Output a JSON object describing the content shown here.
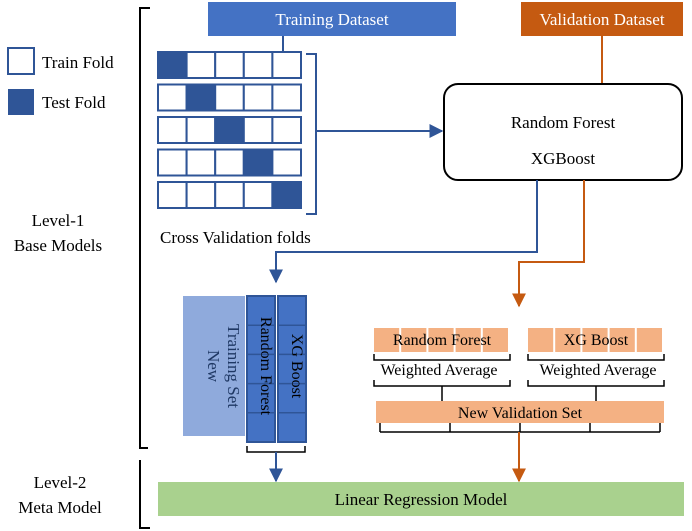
{
  "header": {
    "training_dataset": "Training Dataset",
    "validation_dataset": "Validation Dataset"
  },
  "legend": {
    "train_fold": "Train Fold",
    "test_fold": "Test Fold"
  },
  "cv": {
    "label": "Cross Validation folds",
    "rows": 5,
    "cols": 5,
    "test_positions": [
      0,
      1,
      2,
      3,
      4
    ]
  },
  "models_box": {
    "line1": "Random Forest",
    "line2": "XGBoost"
  },
  "level1": {
    "line1": "Level-1",
    "line2": "Base Models"
  },
  "level2": {
    "line1": "Level-2",
    "line2": "Meta Model"
  },
  "new_training": {
    "line1": "New",
    "line2": "Training Set",
    "col_rf": "Random Forest",
    "col_xgb": "XG Boost"
  },
  "validation_branch": {
    "rf_label": "Random Forest",
    "xgb_label": "XG Boost",
    "weighted_average": "Weighted Average",
    "new_validation_set": "New Validation Set"
  },
  "meta": {
    "label": "Linear Regression Model"
  },
  "colors": {
    "blue_dark": "#2f5597",
    "blue_header": "#4472c4",
    "blue_light": "#8faadc",
    "blue_col": "#4472c4",
    "orange_header": "#c55a11",
    "orange_light": "#f4b183",
    "green": "#a9d18e",
    "black": "#000000"
  }
}
